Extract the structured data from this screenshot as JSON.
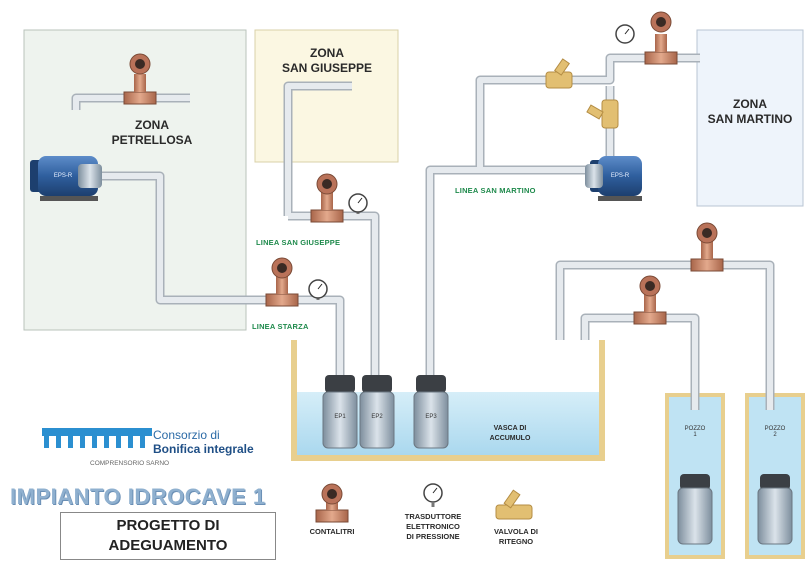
{
  "zones": {
    "petrellosa": "ZONA\nPETRELLOSA",
    "san_giuseppe": "ZONA\nSAN GIUSEPPE",
    "san_martino": "ZONA\nSAN MARTINO"
  },
  "lines": {
    "san_giuseppe": "LINEA SAN GIUSEPPE",
    "starza": "LINEA STARZA",
    "san_martino": "LINEA SAN MARTINO"
  },
  "pumps": {
    "ep1": "EP1",
    "ep2": "EP2",
    "ep3": "EP3",
    "surface_left": "EPS-R",
    "surface_right": "EPS-R"
  },
  "tank": {
    "label": "VASCA  DI\nACCUMULO"
  },
  "wells": {
    "pozzo1": "POZZO\n1",
    "pozzo2": "POZZO\n2"
  },
  "brand": {
    "name_line1": "Consorzio di",
    "name_line2": "Bonifica integrale",
    "subtitle": "COMPRENSORIO SARNO"
  },
  "title": {
    "main": "IMPIANTO IDROCAVE 1",
    "sub": "PROGETTO DI\nADEGUAMENTO"
  },
  "legend": {
    "contalitri": "CONTALITRI",
    "trasduttore": "TRASDUTTORE\nELETTRONICO\nDI PRESSIONE",
    "valvola": "VALVOLA DI\nRITEGNO"
  },
  "colors": {
    "pipe": "#e6eaee",
    "pipe_edge": "#a9b1b9",
    "zone_green": "#eef3ee",
    "zone_yellow": "#fbf7e2",
    "zone_blue": "#eef4fb",
    "water": "#bfe3f3",
    "tank_wall": "#e8cf8e",
    "line_label": "#1f8a4c",
    "meter": "#c98a6a",
    "valve": "#e2bf72",
    "pump_blue": "#2f5f9e"
  }
}
